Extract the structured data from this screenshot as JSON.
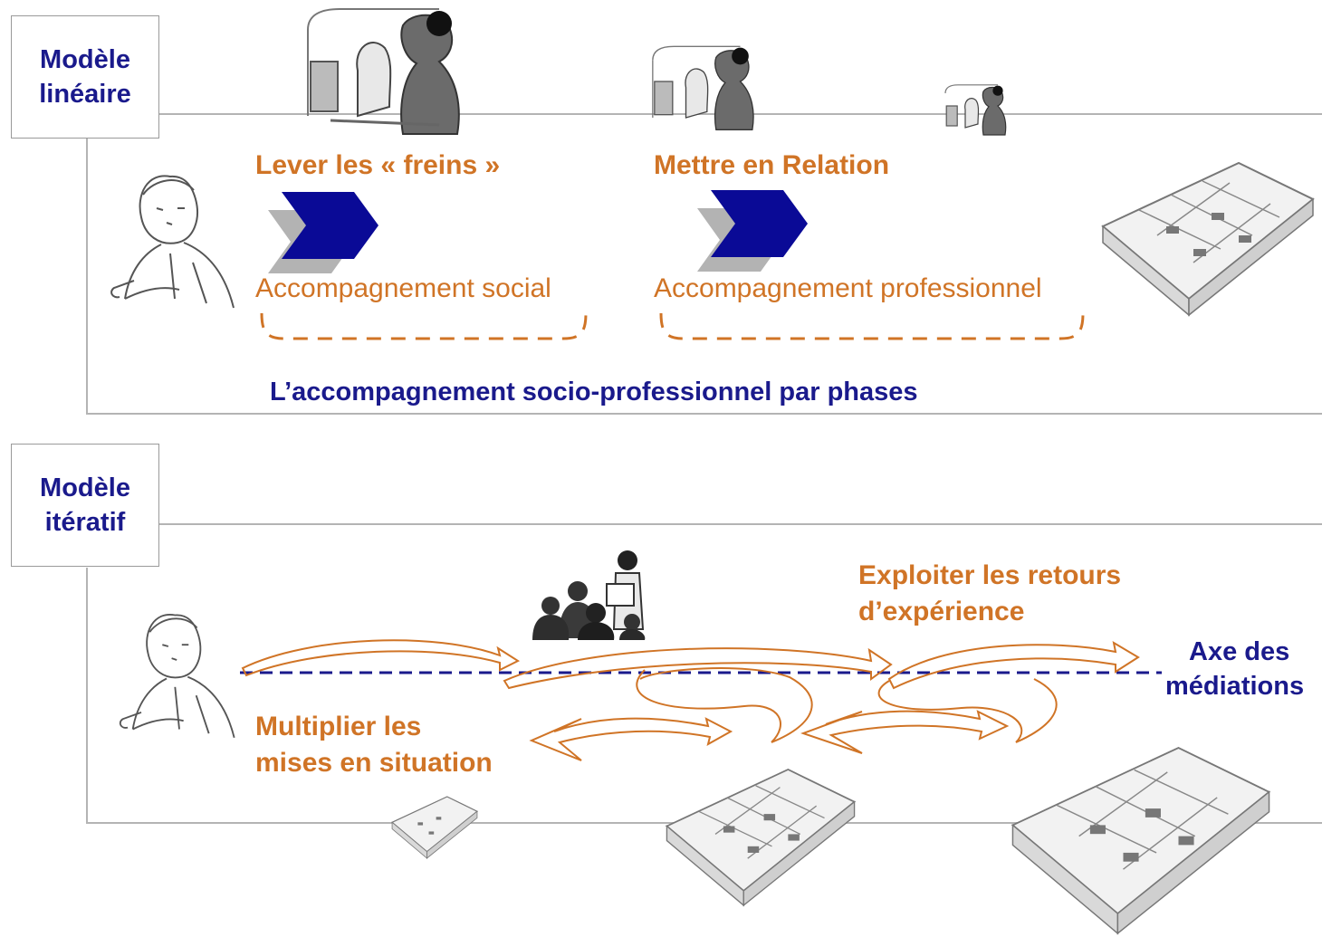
{
  "linear": {
    "label_line1": "Modèle",
    "label_line2": "linéaire",
    "phase1_title": "Lever les « freins »",
    "phase1_subtitle": "Accompagnement social",
    "phase2_title": "Mettre en Relation",
    "phase2_subtitle": "Accompagnement professionnel",
    "caption": "L’accompagnement socio-professionnel par phases"
  },
  "iterative": {
    "label_line1": "Modèle",
    "label_line2": "itératif",
    "left_text_line1": "Multiplier les",
    "left_text_line2": "mises en situation",
    "right_text_line1": "Exploiter les retours",
    "right_text_line2": "d’expérience",
    "axis_line1": "Axe des",
    "axis_line2": "médiations"
  },
  "colors": {
    "navy": "#1a1a8c",
    "orange": "#d07426",
    "chevron_blue": "#0a0a96",
    "chevron_gray": "#b3b3b3",
    "frame_gray": "#b4b4b4"
  },
  "icons": [
    "person-sketch-icon",
    "interview-icon",
    "office-floorplan-icon",
    "meeting-group-icon",
    "chevron-arrow-icon",
    "circular-arrow-icon"
  ]
}
